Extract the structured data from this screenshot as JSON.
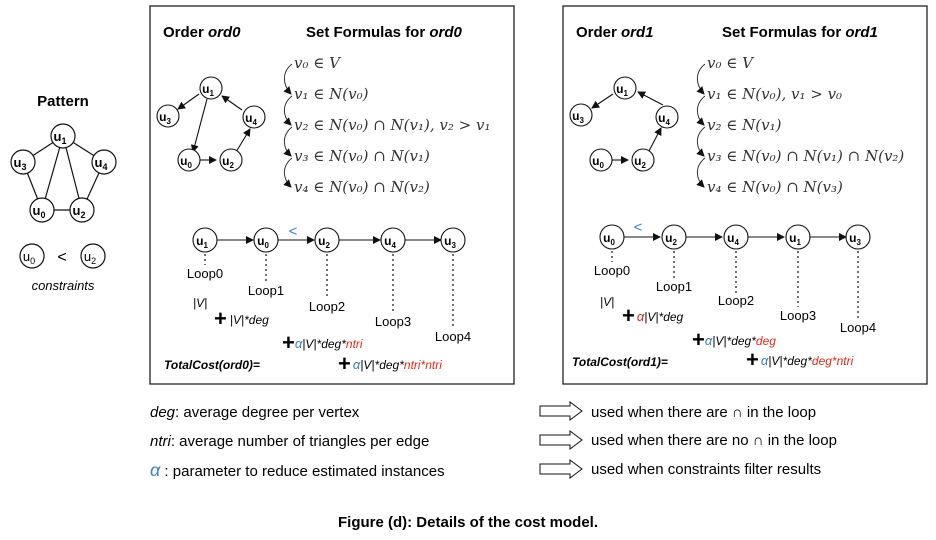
{
  "pattern": {
    "title": "Pattern",
    "nodes": [
      {
        "id": "u1",
        "label": "u",
        "sub": "1"
      },
      {
        "id": "u3",
        "label": "u",
        "sub": "3"
      },
      {
        "id": "u4",
        "label": "u",
        "sub": "4"
      },
      {
        "id": "u0",
        "label": "u",
        "sub": "0"
      },
      {
        "id": "u2",
        "label": "u",
        "sub": "2"
      }
    ],
    "constraint": {
      "left": "u",
      "left_sub": "0",
      "op": "<",
      "right": "u",
      "right_sub": "2"
    },
    "constraints_label": "constraints"
  },
  "panel0": {
    "order_prefix": "Order ",
    "order_name": "ord0",
    "formulas_prefix": "Set Formulas for ",
    "formulas_name": "ord0",
    "formulas": [
      "v₀ ∈ V",
      "v₁ ∈ N(v₀)",
      "v₂ ∈ N(v₀) ∩ N(v₁), v₂ > v₁",
      "v₃ ∈ N(v₀) ∩ N(v₁)",
      "v₄ ∈ N(v₀) ∩ N(v₂)"
    ],
    "chain": [
      "1",
      "0",
      "2",
      "4",
      "3"
    ],
    "lt": "<",
    "loops": [
      "Loop0",
      "Loop1",
      "Loop2",
      "Loop3",
      "Loop4"
    ],
    "costs": [
      {
        "plus": "",
        "alpha": "",
        "black": "|V|",
        "red": ""
      },
      {
        "plus": "+",
        "alpha": "",
        "black": "|V|*deg",
        "red": ""
      },
      {
        "plus": "+",
        "alpha": "α",
        "black": "|V|*deg*",
        "red": "ntri"
      },
      {
        "plus": "+",
        "alpha": "α",
        "black": "|V|*deg*",
        "red": "ntri*ntri"
      }
    ],
    "total_label": "TotalCost(ord0)="
  },
  "panel1": {
    "order_prefix": "Order ",
    "order_name": "ord1",
    "formulas_prefix": "Set Formulas for ",
    "formulas_name": "ord1",
    "formulas": [
      "v₀ ∈ V",
      "v₁ ∈ N(v₀), v₁ > v₀",
      "v₂ ∈ N(v₁)",
      "v₃ ∈ N(v₀) ∩ N(v₁) ∩ N(v₂)",
      "v₄ ∈ N(v₀) ∩ N(v₃)"
    ],
    "chain": [
      "0",
      "2",
      "4",
      "1",
      "3"
    ],
    "lt": "<",
    "loops": [
      "Loop0",
      "Loop1",
      "Loop2",
      "Loop3",
      "Loop4"
    ],
    "costs": [
      {
        "plus": "",
        "alpha": "",
        "black": "|V|",
        "red": ""
      },
      {
        "plus": "+",
        "alpha": "α",
        "black": "|V|*deg",
        "red": ""
      },
      {
        "plus": "+",
        "alpha": "α",
        "black": "|V|*deg*",
        "red": "deg"
      },
      {
        "plus": "+",
        "alpha": "α",
        "black": "|V|*deg*",
        "red": "deg*ntri"
      }
    ],
    "total_label": "TotalCost(ord1)="
  },
  "legend": [
    {
      "term": "deg",
      "desc": ": average degree per vertex",
      "usage": "used when there are ∩ in the loop"
    },
    {
      "term": "ntri",
      "desc": ": average number of triangles per edge",
      "usage": "used when there are no ∩ in the loop"
    },
    {
      "term": "α",
      "desc": " : parameter to reduce estimated instances",
      "usage": "used when constraints filter results"
    }
  ],
  "caption": "Figure (d): Details of the cost model.",
  "colors": {
    "blue": "#3a82c4",
    "red": "#e02a1a",
    "black": "#111111"
  }
}
